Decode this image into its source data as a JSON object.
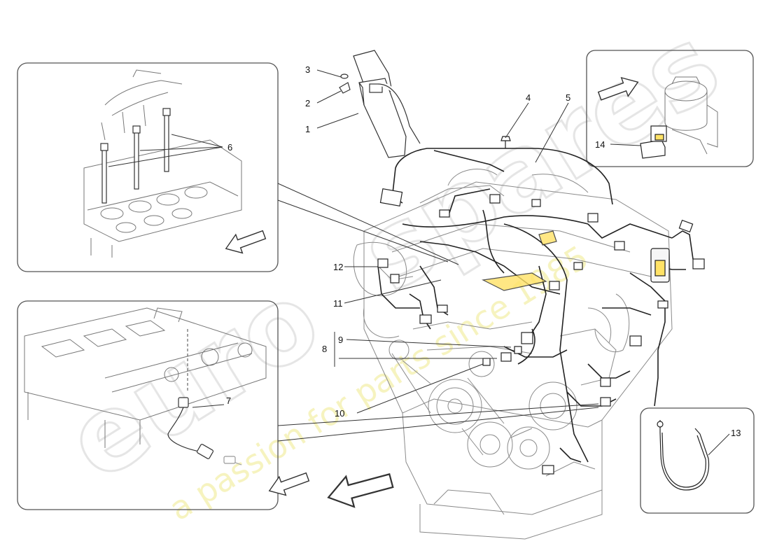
{
  "callouts": [
    "1",
    "2",
    "3",
    "4",
    "5",
    "6",
    "7",
    "8",
    "9",
    "10",
    "11",
    "12",
    "13",
    "14"
  ],
  "watermark": {
    "brand": "euro",
    "brand_tail": "spares",
    "tagline": "a passion for parts since 1985",
    "brand_color": "#d6d6d6",
    "tagline_color": "#f2ee9a"
  },
  "icons": {
    "direction_arrow": "direction-arrow-icon"
  }
}
